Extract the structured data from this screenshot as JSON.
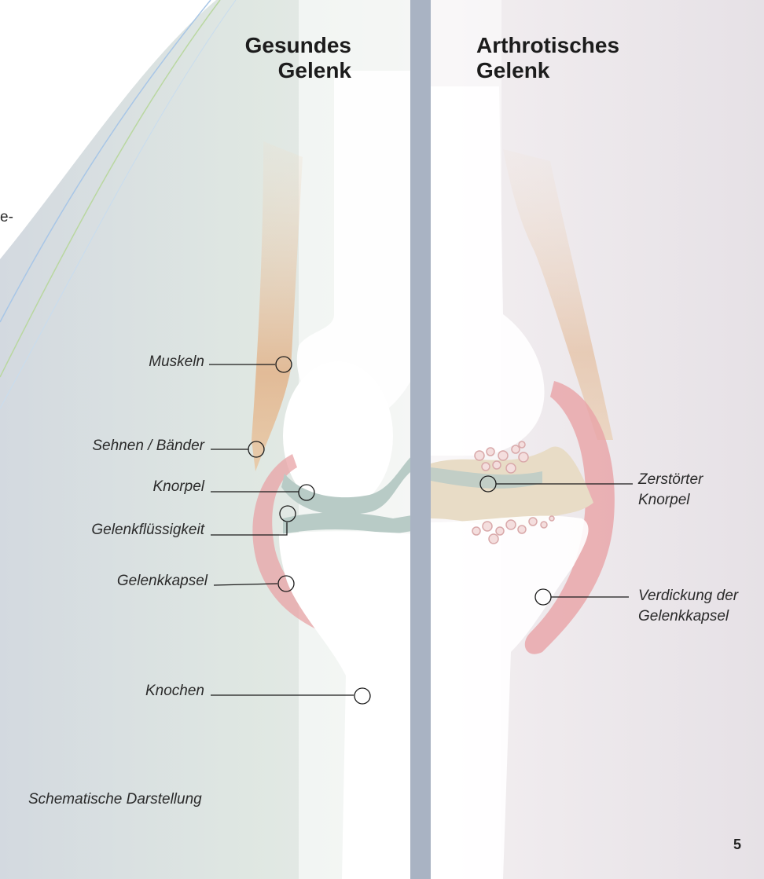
{
  "titles": {
    "healthy": [
      "Gesundes",
      "Gelenk"
    ],
    "arthritic": [
      "Arthrotisches",
      "Gelenk"
    ]
  },
  "left_labels": {
    "muscles": "Muskeln",
    "tendons": "Sehnen / Bänder",
    "cartilage": "Knorpel",
    "fluid": "Gelenkflüssigkeit",
    "capsule": "Gelenkkapsel",
    "bone": "Knochen"
  },
  "right_labels": {
    "destroyed_cartilage": [
      "Zerstörter",
      "Knorpel"
    ],
    "thickened_capsule": [
      "Verdickung der",
      "Gelenkkapsel"
    ]
  },
  "caption": "Schematische Darstellung",
  "page_number": "5",
  "text_fragment": "e-",
  "colors": {
    "divider": "#a9b3c3",
    "healthy_bg": "#dde6e0",
    "arthritic_bg": "#e9e4e8",
    "capsule": "#e8a3a6",
    "muscle": "#e2b38a",
    "cartilage": "#b8cbc6"
  }
}
